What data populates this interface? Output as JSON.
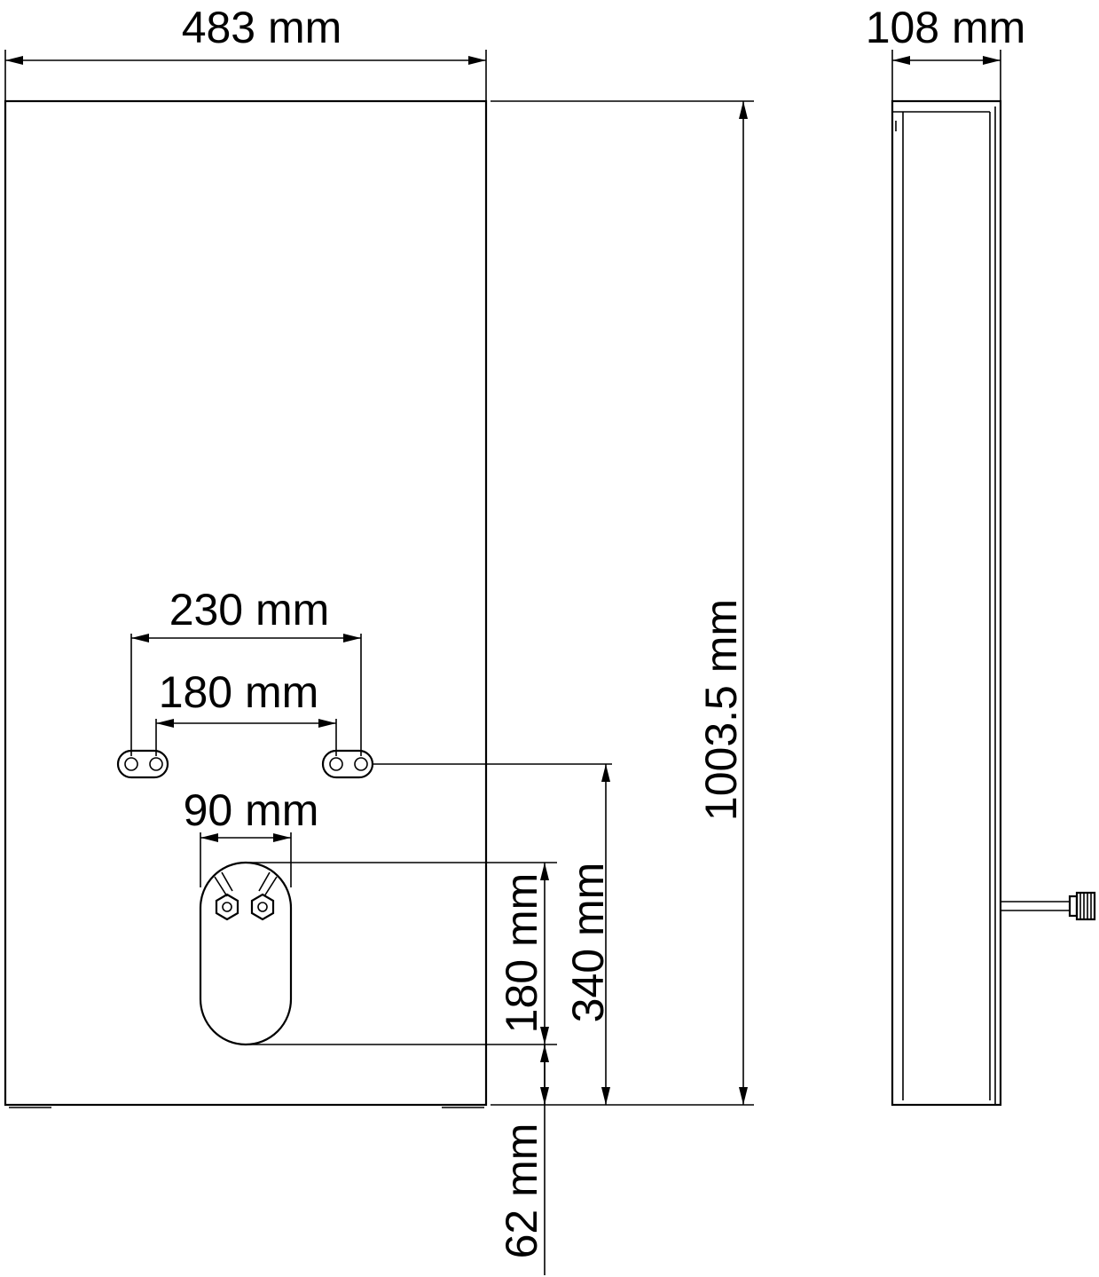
{
  "diagram": {
    "front_view": {
      "width_label": "483 mm",
      "height_label": "1003.5 mm",
      "bracket_outer_label": "230 mm",
      "bracket_inner_label": "180 mm",
      "opening_width_label": "90 mm",
      "opening_height_label": "180 mm",
      "bracket_height_label": "340 mm",
      "opening_bottom_label": "62 mm"
    },
    "side_view": {
      "depth_label": "108 mm"
    }
  }
}
